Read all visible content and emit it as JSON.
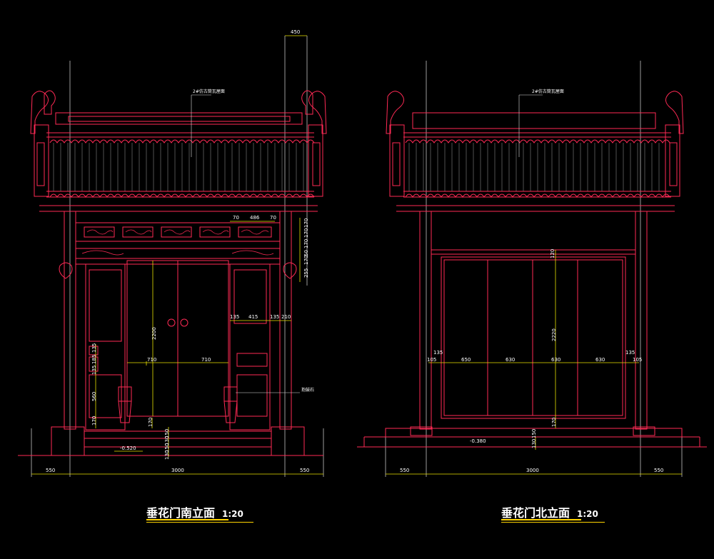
{
  "south": {
    "title": "垂花门南立面",
    "scale": "1:20",
    "roof_note": "2#仿古筒瓦屋面",
    "stone_note": "抱鼓石",
    "top_dim": "450",
    "beam_dims": [
      "70",
      "486",
      "70"
    ],
    "right_dims": [
      "170",
      "170",
      "170",
      "50",
      "170",
      "255"
    ],
    "panel_dims": [
      "135",
      "415",
      "135",
      "210"
    ],
    "door_height": "2200",
    "door_widths": [
      "710",
      "710"
    ],
    "left_dims": [
      "135",
      "185",
      "135",
      "560",
      "170"
    ],
    "bottom_dims": [
      "170",
      "150",
      "130",
      "150",
      "130"
    ],
    "level": "-0.520",
    "base_dims": [
      "550",
      "3000",
      "550"
    ]
  },
  "north": {
    "title": "垂花门北立面",
    "scale": "1:20",
    "roof_note": "2#仿古筒瓦屋面",
    "top_dim": "120",
    "door_height": "2220",
    "side_dims": [
      "105",
      "135",
      "135",
      "105"
    ],
    "door_widths": [
      "650",
      "630",
      "630",
      "630"
    ],
    "bottom_dims": [
      "170",
      "150",
      "130"
    ],
    "level": "-0.380",
    "base_dims": [
      "550",
      "3000",
      "550"
    ]
  }
}
